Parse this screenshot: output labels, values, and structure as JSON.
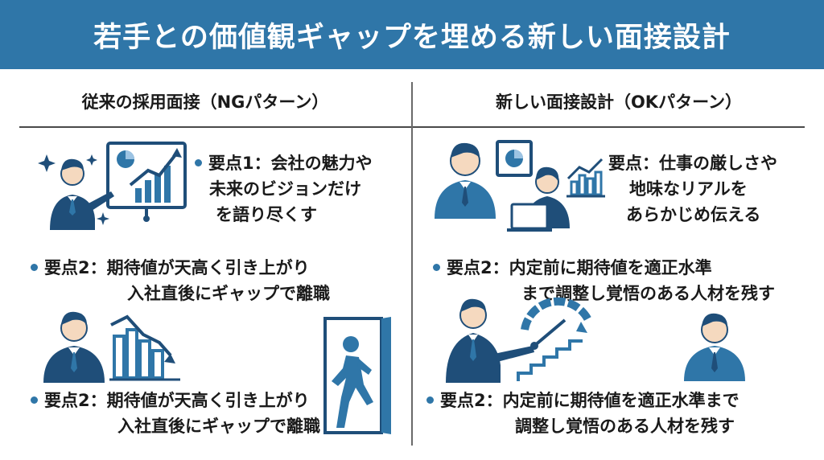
{
  "title": "若手との価値観ギャップを埋める新しい面接設計",
  "left": {
    "heading": "従来の採用面接（NGパターン）",
    "points": [
      {
        "lines": [
          "要点1：会社の魅力や",
          "未来のビジョンだけ",
          "を語り尽くす"
        ]
      },
      {
        "lines": [
          "要点2：期待値が天高く引き上がり",
          "入社直後にギャップで離職"
        ]
      },
      {
        "lines": [
          "要点2：期待値が天高く引き上がり",
          "入社直後にギャップで離職"
        ]
      }
    ]
  },
  "right": {
    "heading": "新しい面接設計（OKパターン）",
    "points": [
      {
        "lines": [
          "要点：仕事の厳しさや",
          "地味なリアルを",
          "あらかじめ伝える"
        ]
      },
      {
        "lines": [
          "要点2：内定前に期待値を適正水準",
          "まで調整し覚悟のある人材を残す"
        ]
      },
      {
        "lines": [
          "要点2：内定前に期待値を適正水準まで",
          "調整し覚悟のある人材を残す"
        ]
      }
    ]
  },
  "colors": {
    "accent": "#2f76a8",
    "navy": "#1f4e79",
    "light": "#5b95c5"
  },
  "icons": [
    "presenter-chart-icon",
    "declining-chart-icon",
    "exit-door-icon",
    "interview-icon",
    "gauge-stairs-icon",
    "candidate-icon"
  ]
}
